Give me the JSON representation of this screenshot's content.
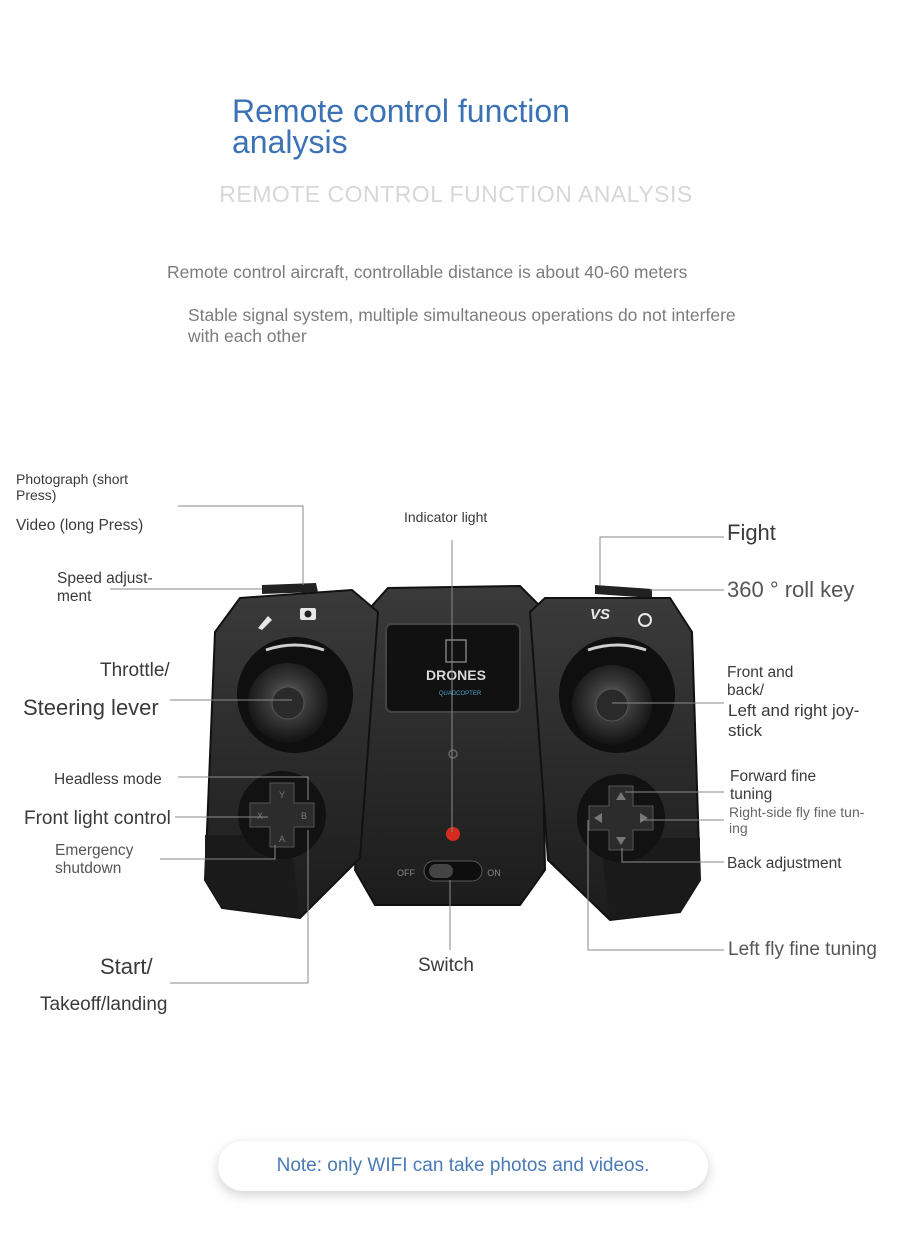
{
  "header": {
    "title_line1": "Remote control function",
    "title_line2": "analysis",
    "subtitle": "REMOTE CONTROL FUNCTION ANALYSIS",
    "desc1": "Remote control aircraft, controllable distance is about 40-60 meters",
    "desc2": "Stable signal system, multiple simultaneous operations do not interfere with each other"
  },
  "controller": {
    "logo_text": "DRONES",
    "logo_sub": "QUADCOPTER",
    "model": "VS",
    "switch_off": "OFF",
    "switch_on": "ON"
  },
  "labels": {
    "photograph": "Photograph (short Press)",
    "video": "Video (long Press)",
    "speed_line1": "Speed adjust-",
    "speed_line2": "ment",
    "throttle": "Throttle/",
    "steering": "Steering lever",
    "headless": "Headless mode",
    "front_light": "Front light control",
    "emergency_line1": "Emergency",
    "emergency_line2": "shutdown",
    "start": "Start/",
    "takeoff": "Takeoff/landing",
    "indicator": "Indicator light",
    "switch": "Switch",
    "fight": "Fight",
    "roll": "360 ° roll key",
    "front_back_line1": "Front and",
    "front_back_line2": "back/",
    "left_right_line1": "Left and right joy-",
    "left_right_line2": "stick",
    "forward_line1": "Forward fine",
    "forward_line2": "tuning",
    "right_side_line1": "Right-side fly fine tun-",
    "right_side_line2": "ing",
    "back_adj": "Back adjustment",
    "left_fly": "Left fly fine tuning"
  },
  "note": "Note: only WIFI can take photos and videos."
}
